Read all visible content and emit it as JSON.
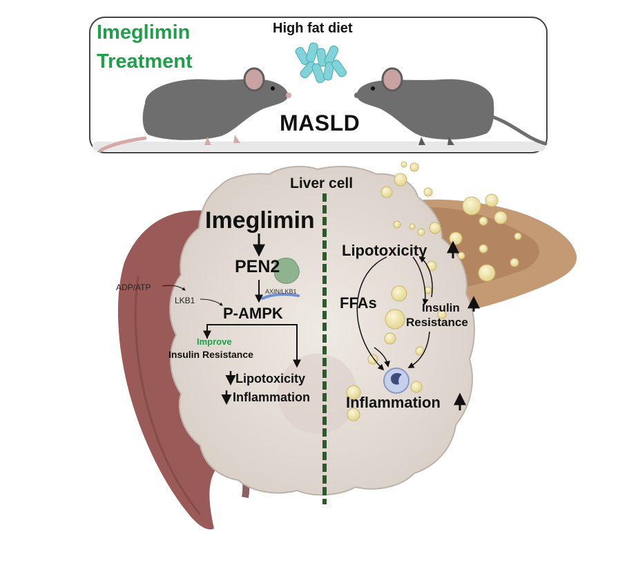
{
  "header": {
    "treatment_line1": "Imeglimin",
    "treatment_line2": "Treatment",
    "diet_label": "High fat diet",
    "disease_label": "MASLD"
  },
  "liver": {
    "cell_label": "Liver cell",
    "left_pathway": {
      "drug": "Imeglimin",
      "target": "PEN2",
      "adp_atp": "ADP/ATP",
      "lkb1": "LKB1",
      "axin_lkb1": "AXIN/LKB1",
      "kinase": "P-AMPK",
      "improve": "Improve",
      "insulin_resistance": "Insulin Resistance",
      "lipotoxicity": "Lipotoxicity",
      "inflammation": "Inflammation"
    },
    "right_pathway": {
      "lipotoxicity": "Lipotoxicity",
      "ffas": "FFAs",
      "insulin": "Insulin",
      "resistance": "Resistance",
      "inflammation": "Inflammation"
    }
  },
  "colors": {
    "accent_green": "#1ea04a",
    "liver_brown": "#9a5a57",
    "cell_gray": "#e6dfd9",
    "fat_yellow": "#efe3a6",
    "divider_green": "#2d5a2d",
    "mouse_gray": "#6e6e6e"
  }
}
